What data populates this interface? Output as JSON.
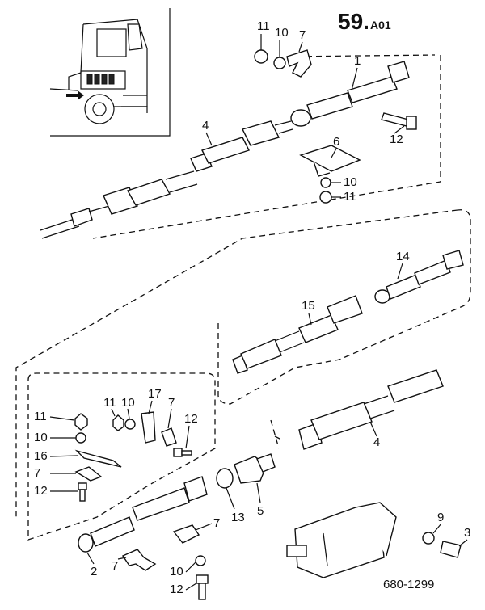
{
  "page_number": "59.",
  "page_suffix": "A01",
  "drawing_number": "680-1299",
  "callouts": {
    "c1": "1",
    "c2": "2",
    "c3": "3",
    "c4a": "4",
    "c4b": "4",
    "c5": "5",
    "c6": "6",
    "c7a": "7",
    "c7b": "7",
    "c7c": "7",
    "c7d": "7",
    "c7e": "7",
    "c9": "9",
    "c10a": "10",
    "c10b": "10",
    "c10c": "10",
    "c10d": "10",
    "c10e": "10",
    "c11a": "11",
    "c11b": "11",
    "c11c": "11",
    "c11d": "11",
    "c12a": "12",
    "c12b": "12",
    "c12c": "12",
    "c12d": "12",
    "c13": "13",
    "c14": "14",
    "c15": "15",
    "c16": "16",
    "c17": "17"
  }
}
